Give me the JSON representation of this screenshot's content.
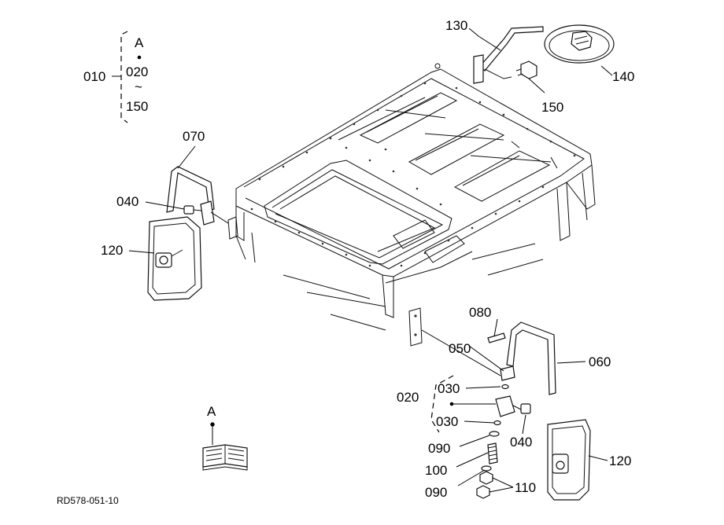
{
  "labels": {
    "p010": "010",
    "pA_top": "A",
    "p020_top": "020",
    "tilde": "~",
    "p150_top": "150",
    "p070": "070",
    "p040_left": "040",
    "p120_left": "120",
    "p130": "130",
    "p140": "140",
    "p150": "150",
    "p080": "080",
    "p050": "050",
    "p060": "060",
    "p020": "020",
    "p030_a": "030",
    "p030_b": "030",
    "p040_right": "040",
    "p090_a": "090",
    "p100": "100",
    "p090_b": "090",
    "p110": "110",
    "p120_right": "120",
    "pA_book": "A"
  },
  "drawing_code": "RD578-051-10"
}
